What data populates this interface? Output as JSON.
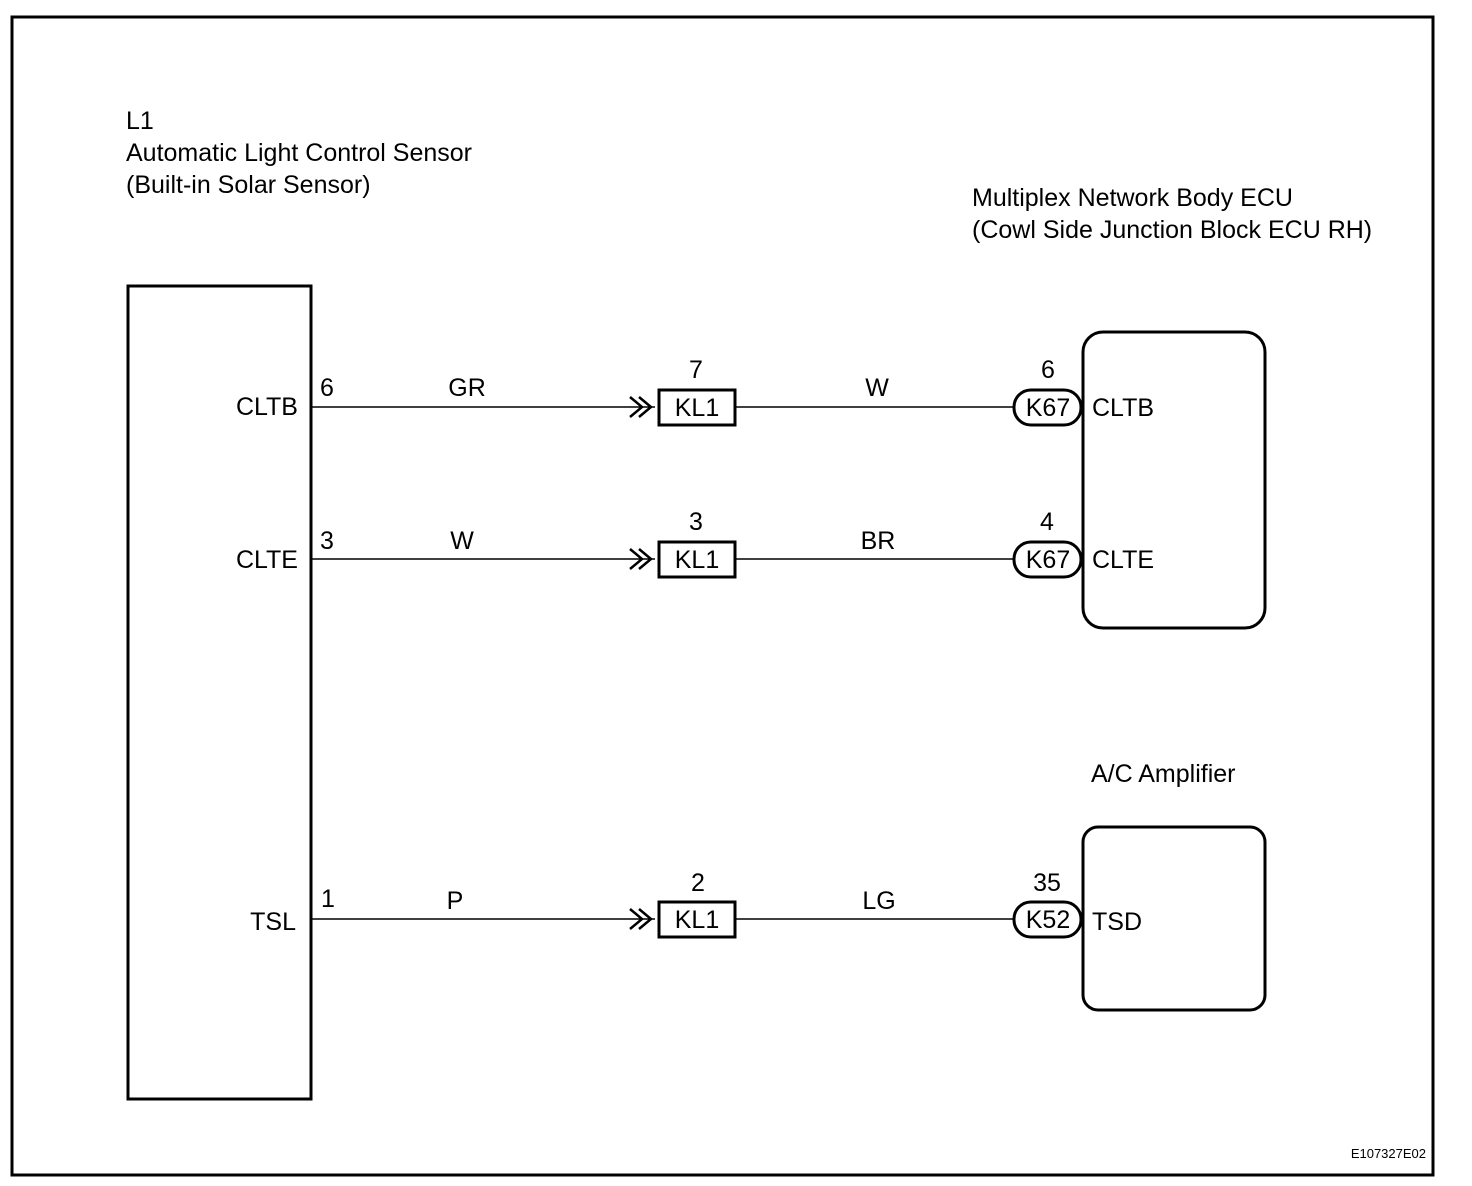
{
  "footer_code": "E107327E02",
  "sensor": {
    "code": "L1",
    "name": "Automatic Light Control Sensor",
    "subname": "(Built-in Solar Sensor)"
  },
  "ecu": {
    "name": "Multiplex Network Body ECU",
    "subname": "(Cowl Side Junction Block ECU RH)"
  },
  "amp": {
    "name": "A/C Amplifier"
  },
  "wires": [
    {
      "left_terminal": "CLTB",
      "left_pin": "6",
      "left_color": "GR",
      "junction": "KL1",
      "junction_pin": "7",
      "right_color": "W",
      "connector": "K67",
      "connector_pin": "6",
      "right_terminal": "CLTB"
    },
    {
      "left_terminal": "CLTE",
      "left_pin": "3",
      "left_color": "W",
      "junction": "KL1",
      "junction_pin": "3",
      "right_color": "BR",
      "connector": "K67",
      "connector_pin": "4",
      "right_terminal": "CLTE"
    },
    {
      "left_terminal": "TSL",
      "left_pin": "1",
      "left_color": "P",
      "junction": "KL1",
      "junction_pin": "2",
      "right_color": "LG",
      "connector": "K52",
      "connector_pin": "35",
      "right_terminal": "TSD"
    }
  ]
}
